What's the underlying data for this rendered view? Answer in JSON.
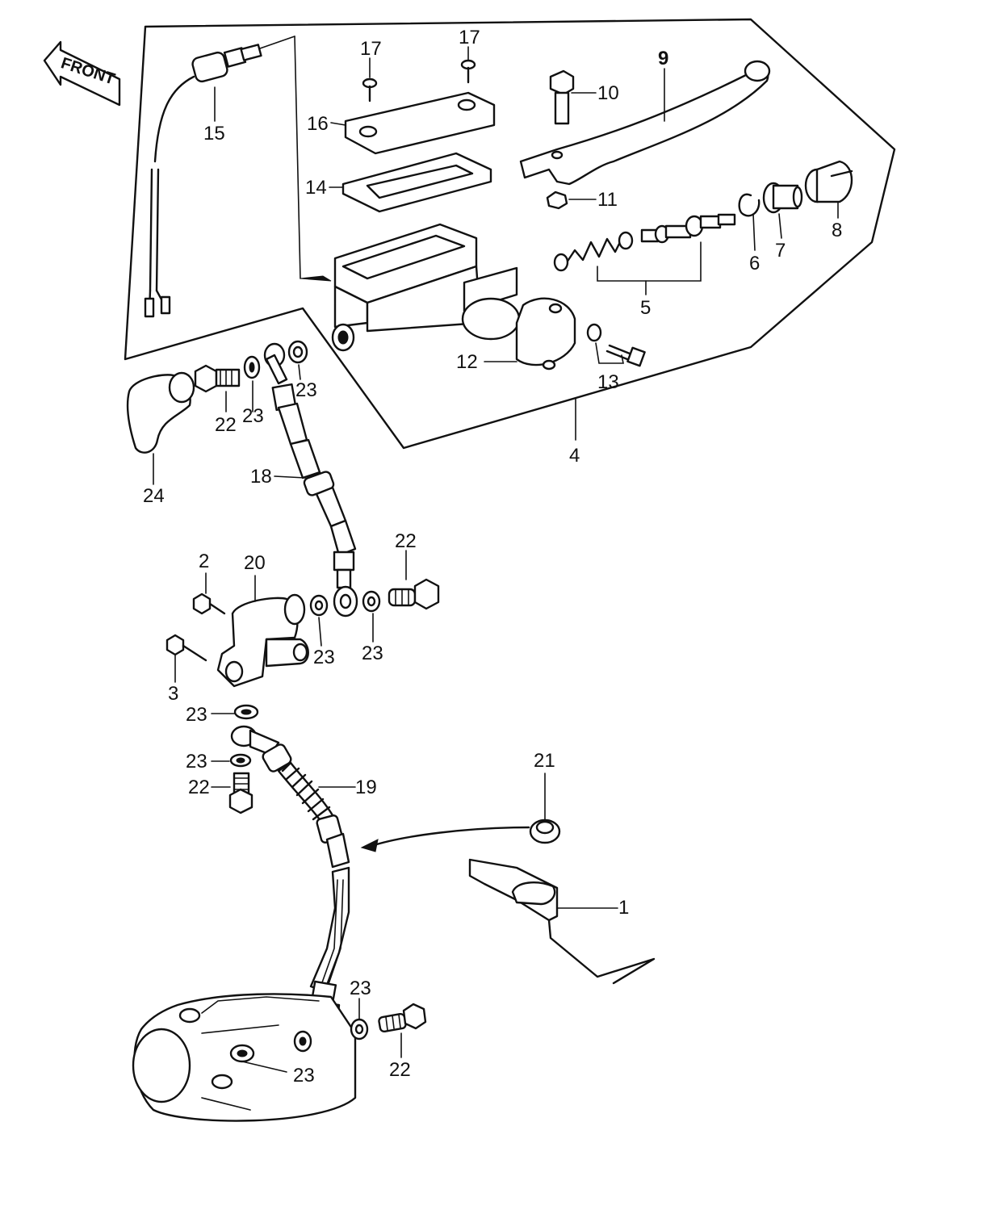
{
  "front_badge": "FRONT",
  "callouts": [
    {
      "id": "c1",
      "text": "1"
    },
    {
      "id": "c2",
      "text": "2"
    },
    {
      "id": "c3",
      "text": "3"
    },
    {
      "id": "c4",
      "text": "4"
    },
    {
      "id": "c5",
      "text": "5"
    },
    {
      "id": "c6",
      "text": "6"
    },
    {
      "id": "c7",
      "text": "7"
    },
    {
      "id": "c8",
      "text": "8"
    },
    {
      "id": "c9",
      "text": "9"
    },
    {
      "id": "c10",
      "text": "10"
    },
    {
      "id": "c11",
      "text": "11"
    },
    {
      "id": "c12",
      "text": "12"
    },
    {
      "id": "c13",
      "text": "13"
    },
    {
      "id": "c14",
      "text": "14"
    },
    {
      "id": "c15",
      "text": "15"
    },
    {
      "id": "c16",
      "text": "16"
    },
    {
      "id": "c17a",
      "text": "17"
    },
    {
      "id": "c17b",
      "text": "17"
    },
    {
      "id": "c18",
      "text": "18"
    },
    {
      "id": "c19",
      "text": "19"
    },
    {
      "id": "c20",
      "text": "20"
    },
    {
      "id": "c21",
      "text": "21"
    },
    {
      "id": "c22a",
      "text": "22"
    },
    {
      "id": "c22b",
      "text": "22"
    },
    {
      "id": "c22c",
      "text": "22"
    },
    {
      "id": "c22d",
      "text": "22"
    },
    {
      "id": "c23a",
      "text": "23"
    },
    {
      "id": "c23b",
      "text": "23"
    },
    {
      "id": "c23c",
      "text": "23"
    },
    {
      "id": "c23d",
      "text": "23"
    },
    {
      "id": "c23e",
      "text": "23"
    },
    {
      "id": "c23f",
      "text": "23"
    },
    {
      "id": "c23g",
      "text": "23"
    },
    {
      "id": "c23h",
      "text": "23"
    },
    {
      "id": "c24",
      "text": "24"
    }
  ]
}
